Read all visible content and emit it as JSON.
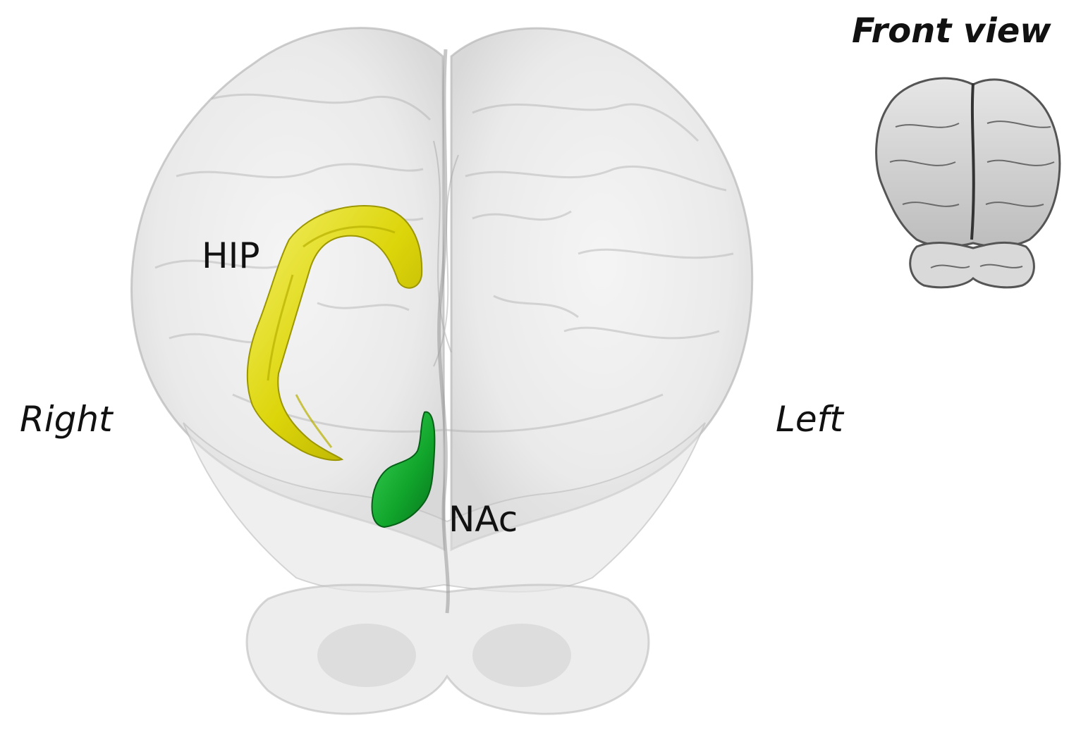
{
  "labels": {
    "hip": "HIP",
    "nac": "NAc",
    "right": "Right",
    "left": "Left",
    "view": "Front view"
  },
  "colors": {
    "hip": "#e4e00a",
    "nac": "#0fa82a",
    "brain": "#d6d6d6",
    "inset_brain": "#9a9a9a",
    "text": "#111111"
  },
  "icons": {
    "main": "translucent-brain-front-view",
    "inset": "brain-front-view-thumbnail"
  }
}
